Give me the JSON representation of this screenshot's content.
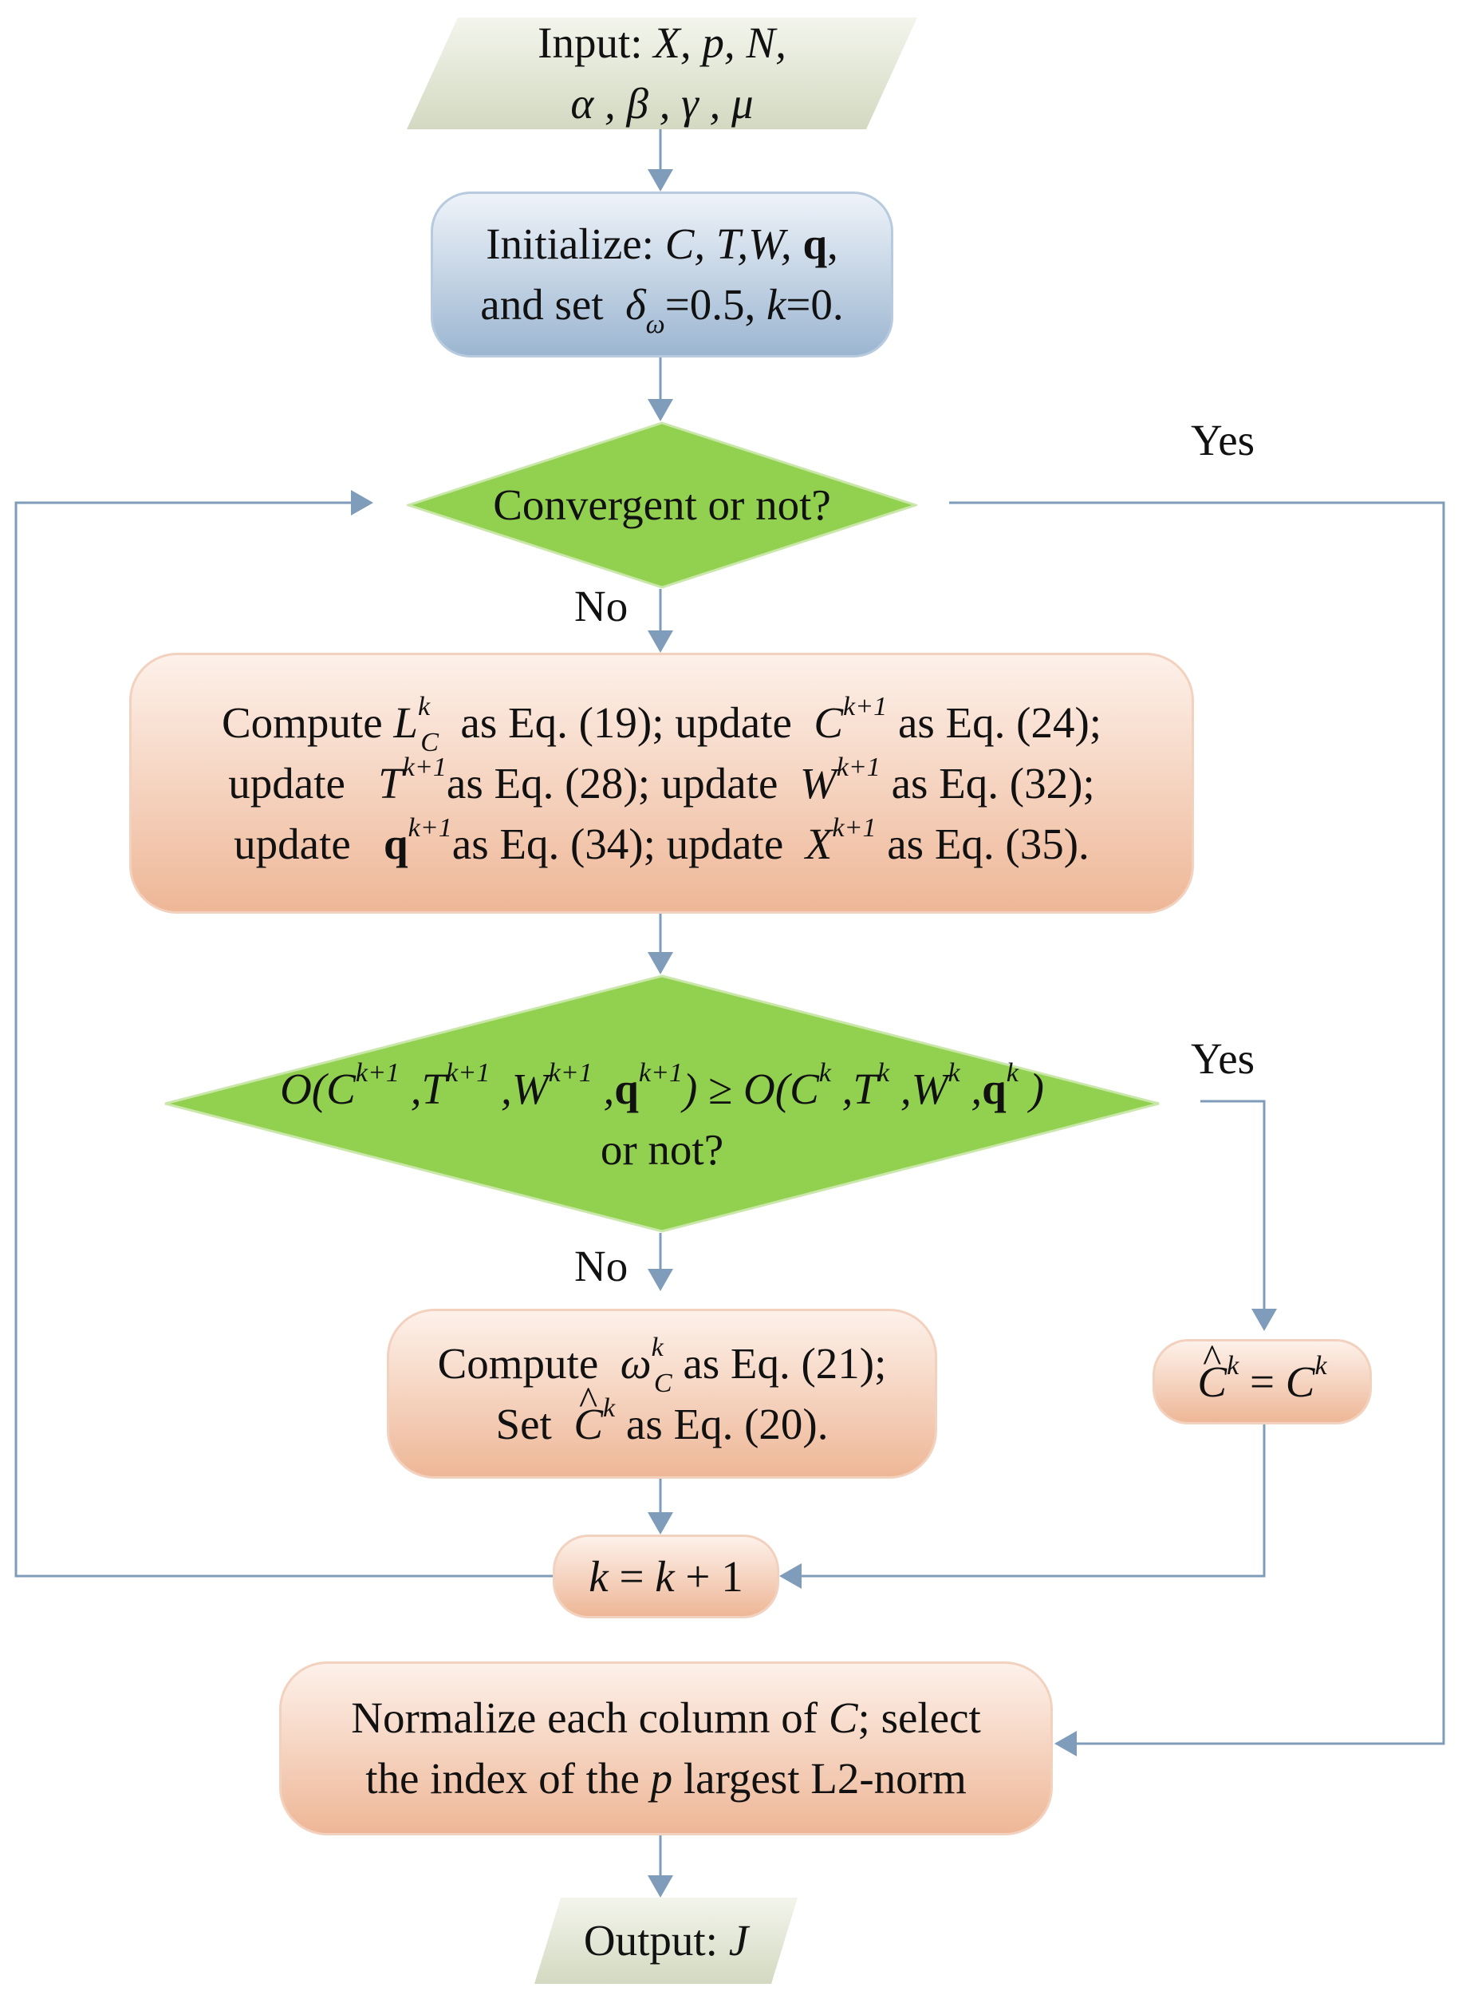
{
  "diagram": {
    "input": {
      "prefix": "Input:",
      "vars1": "X, p, N,",
      "vars2": "α , β , γ , μ"
    },
    "init": {
      "prefix": "Initialize:",
      "vars": "C, T,W,",
      "q": "q",
      "tail": ",",
      "line2_a": "and set",
      "delta": "δ",
      "delta_sub": "ω",
      "line2_b": "=0.5,",
      "k": "k",
      "line2_c": "=0."
    },
    "converge": {
      "text": "Convergent or not?"
    },
    "compute1": {
      "l1_a": "Compute",
      "L": "L",
      "L_sup": "k",
      "L_sub": "C",
      "l1_b": "as Eq. (19); update",
      "C": "C",
      "C_sup": "k+1",
      "l1_c": "as Eq. (24);",
      "l2_a": "update",
      "T": "T",
      "T_sup": "k+1",
      "l2_b": "as Eq. (28); update",
      "W": "W",
      "W_sup": "k+1",
      "l2_c": "as Eq. (32);",
      "l3_a": "update",
      "q": "q",
      "q_sup": "k+1",
      "l3_b": "as Eq. (34); update",
      "X": "X",
      "X_sup": "k+1",
      "l3_c": "as Eq. (35)."
    },
    "objective": {
      "O": "O",
      "C": "C",
      "T": "T",
      "W": "W",
      "q": "q",
      "kp1": "k+1",
      "k": "k",
      "geq": "≥",
      "line2": "or not?"
    },
    "compute2": {
      "l1_a": "Compute",
      "omega": "ω",
      "omega_sup": "k",
      "omega_sub": "C",
      "l1_b": "as Eq. (21);",
      "l2_a": "Set",
      "C": "C",
      "C_sup": "k",
      "l2_b": "as Eq. (20)."
    },
    "chat": {
      "C": "C",
      "sup": "k",
      "eq": "="
    },
    "increment": {
      "k": "k",
      "eq": "=",
      "plus": "+ 1"
    },
    "normalize": {
      "l1_a": "Normalize each column of",
      "C": "C",
      "l1_b": "; select",
      "l2_a": "the index of the",
      "p": "p",
      "l2_b": "largest L2-norm"
    },
    "output": {
      "prefix": "Output:",
      "J": "J"
    },
    "labels": {
      "yes1": "Yes",
      "no1": "No",
      "yes2": "Yes",
      "no2": "No"
    }
  },
  "colors": {
    "arrow": "#7f9cba",
    "diamond": "#92d050",
    "peach": "#f2c4aa",
    "blue": "#b3c7dc",
    "para": "#dfe4d2"
  }
}
